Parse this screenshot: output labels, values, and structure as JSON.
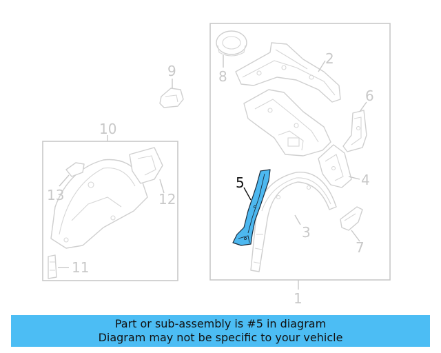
{
  "diagram": {
    "callouts": {
      "c1": "1",
      "c2": "2",
      "c3": "3",
      "c4": "4",
      "c5": "5",
      "c6": "6",
      "c7": "7",
      "c8": "8",
      "c9": "9",
      "c10": "10",
      "c11": "11",
      "c12": "12",
      "c13": "13"
    },
    "highlighted_part": "5",
    "highlight_color": "#4db8f0"
  },
  "banner": {
    "line1": "Part or sub-assembly is #5 in diagram",
    "line2": "Diagram may not be specific to your vehicle",
    "background": "#4cbdf4"
  }
}
